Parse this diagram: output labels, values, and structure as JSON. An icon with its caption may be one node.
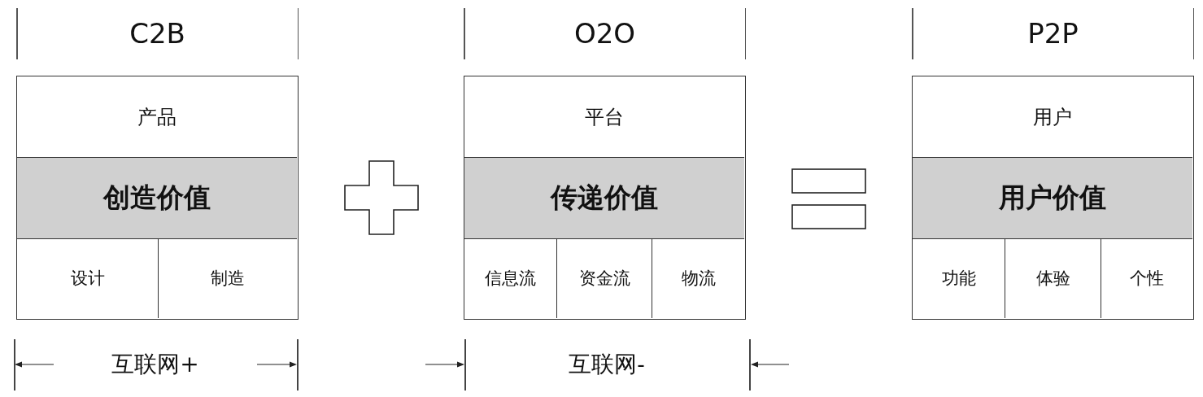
{
  "diagram": {
    "nodes": [
      {
        "text": [
          "C2B"
        ]
      },
      {
        "text": [
          "产品"
        ],
        "in": 0
      },
      {
        "text": [
          "创造价值"
        ],
        "in": 0
      },
      {
        "text": [
          "设计"
        ],
        "in": 0
      },
      {
        "text": [
          "制造"
        ],
        "in": 0
      },
      {
        "text": [
          "O2O"
        ]
      },
      {
        "text": [
          "平台"
        ],
        "in": 5
      },
      {
        "text": [
          "传递价值"
        ],
        "in": 5
      },
      {
        "text": [
          "信息流"
        ],
        "in": 5
      },
      {
        "text": [
          "资金流"
        ],
        "in": 5
      },
      {
        "text": [
          "物流"
        ],
        "in": 5
      },
      {
        "text": [
          "P2P"
        ]
      },
      {
        "text": [
          "用户"
        ],
        "in": 11
      },
      {
        "text": [
          "用户价值"
        ],
        "in": 11
      },
      {
        "text": [
          "功能"
        ],
        "in": 11
      },
      {
        "text": [
          "体验"
        ],
        "in": 11
      },
      {
        "text": [
          "个性"
        ],
        "in": 11
      }
    ],
    "labels": [
      "互联网+",
      "互联网-"
    ]
  }
}
